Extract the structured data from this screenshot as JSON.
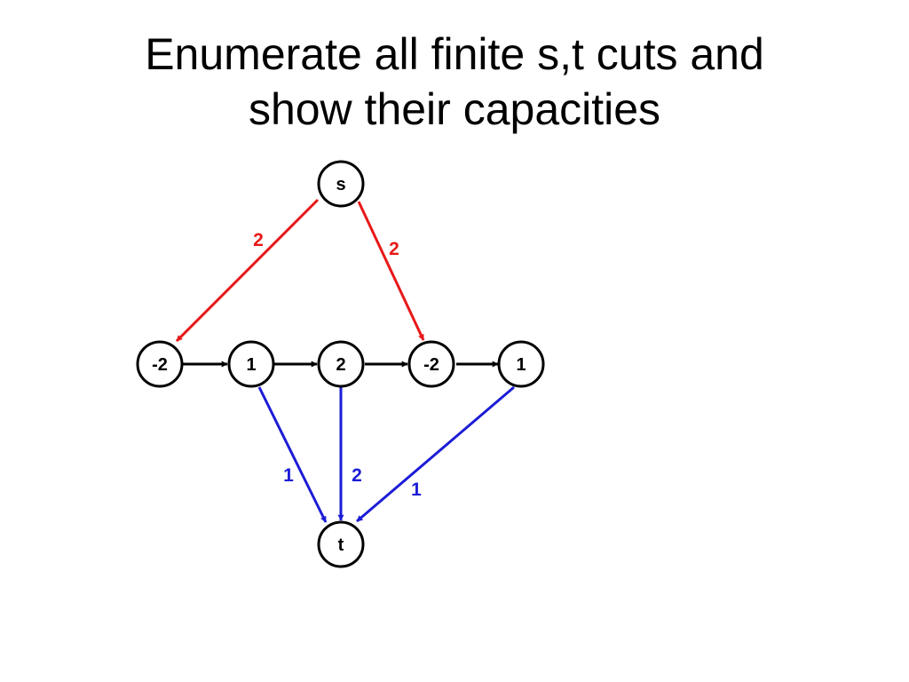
{
  "title": {
    "line1": "Enumerate all finite s,t cuts and",
    "line2": "show their capacities"
  },
  "colors": {
    "source_edges": "#e81818",
    "sink_edges": "#1c1cd6",
    "chain_edges": "#000000",
    "node_stroke": "#000000",
    "node_fill": "#ffffff"
  },
  "nodes": {
    "s": "s",
    "t": "t",
    "n1": "-2",
    "n2": "1",
    "n3": "2",
    "n4": "-2",
    "n5": "1"
  },
  "edges": {
    "s_n1": "2",
    "s_n4": "2",
    "n2_t": "1",
    "n3_t": "2",
    "n5_t": "1"
  }
}
